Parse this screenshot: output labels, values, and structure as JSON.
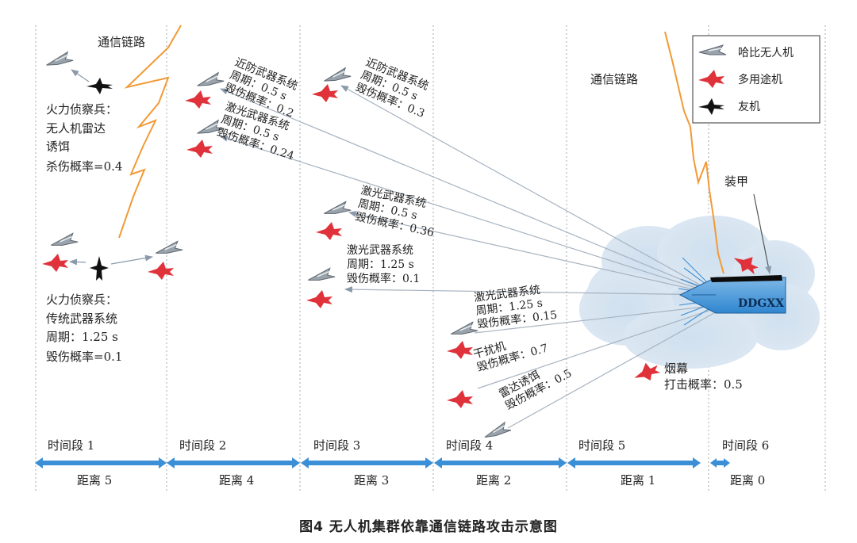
{
  "figure": {
    "caption": "图4   无人机集群依靠通信链路攻击示意图",
    "ship_label": "DDGXX"
  },
  "legend": {
    "items": [
      {
        "label": "哈比无人机",
        "icon": "harpy-drone-icon"
      },
      {
        "label": "多用途机",
        "icon": "multirole-aircraft-icon"
      },
      {
        "label": "友机",
        "icon": "friendly-aircraft-icon"
      }
    ]
  },
  "comm_links": [
    "通信链路",
    "通信链路"
  ],
  "periods": [
    {
      "time": "时间段 1",
      "distance": "距离 5"
    },
    {
      "time": "时间段 2",
      "distance": "距离 4"
    },
    {
      "time": "时间段 3",
      "distance": "距离 3"
    },
    {
      "time": "时间段 4",
      "distance": "距离 2"
    },
    {
      "time": "时间段 5",
      "distance": "距离 1"
    },
    {
      "time": "时间段 6",
      "distance": "距离 0"
    }
  ],
  "friendly_notes": {
    "recon_radar": [
      "火力侦察兵：",
      "无人机雷达",
      "诱饵",
      "杀伤概率=0.4"
    ],
    "recon_traditional": [
      "火力侦察兵：",
      "传统武器系统",
      "周期：1.25 s",
      "毁伤概率=0.1"
    ]
  },
  "weapon_notes": [
    {
      "lines": [
        "近防武器系统",
        "周期：0.5 s",
        "毁伤概率：0.2"
      ]
    },
    {
      "lines": [
        "激光武器系统",
        "周期：0.5 s",
        "毁伤概率：0.24"
      ]
    },
    {
      "lines": [
        "近防武器系统",
        "周期：0.5 s",
        "毁伤概率：0.3"
      ]
    },
    {
      "lines": [
        "激光武器系统",
        "周期：0.5 s",
        "毁伤概率：0.36"
      ]
    },
    {
      "lines": [
        "激光武器系统",
        "周期：1.25 s",
        "毁伤概率：0.1"
      ]
    },
    {
      "lines": [
        "激光武器系统",
        "周期：1.25 s",
        "毁伤概率：0.15"
      ]
    },
    {
      "lines": [
        "干扰机",
        "毁伤概率：0.7"
      ]
    },
    {
      "lines": [
        "雷达诱饵",
        "毁伤概率：0.5"
      ]
    }
  ],
  "ship_notes": {
    "armor": "装甲",
    "smoke": [
      "烟幕",
      "打击概率：0.5"
    ]
  }
}
